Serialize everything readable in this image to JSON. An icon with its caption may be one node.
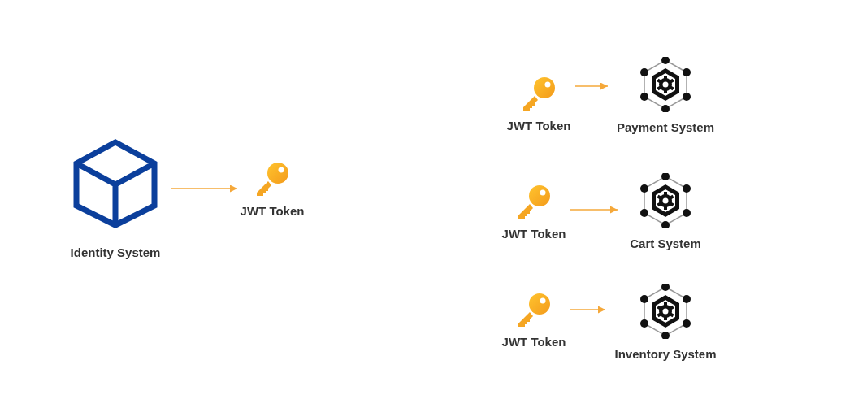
{
  "diagram": {
    "nodes": [
      {
        "text": [
          "Identity System"
        ]
      },
      {
        "text": [
          "JWT Token"
        ]
      },
      {
        "text": [
          "JWT Token"
        ]
      },
      {
        "text": [
          "Payment System"
        ]
      },
      {
        "text": [
          "JWT Token"
        ]
      },
      {
        "text": [
          "Cart System"
        ]
      },
      {
        "text": [
          "JWT Token"
        ]
      },
      {
        "text": [
          "Inventory System"
        ]
      }
    ],
    "edges": [
      {
        "from": 0,
        "to": 1,
        "arrow": "to"
      },
      {
        "from": 2,
        "to": 3,
        "arrow": "to"
      },
      {
        "from": 4,
        "to": 5,
        "arrow": "to"
      },
      {
        "from": 6,
        "to": 7,
        "arrow": "to"
      }
    ]
  }
}
